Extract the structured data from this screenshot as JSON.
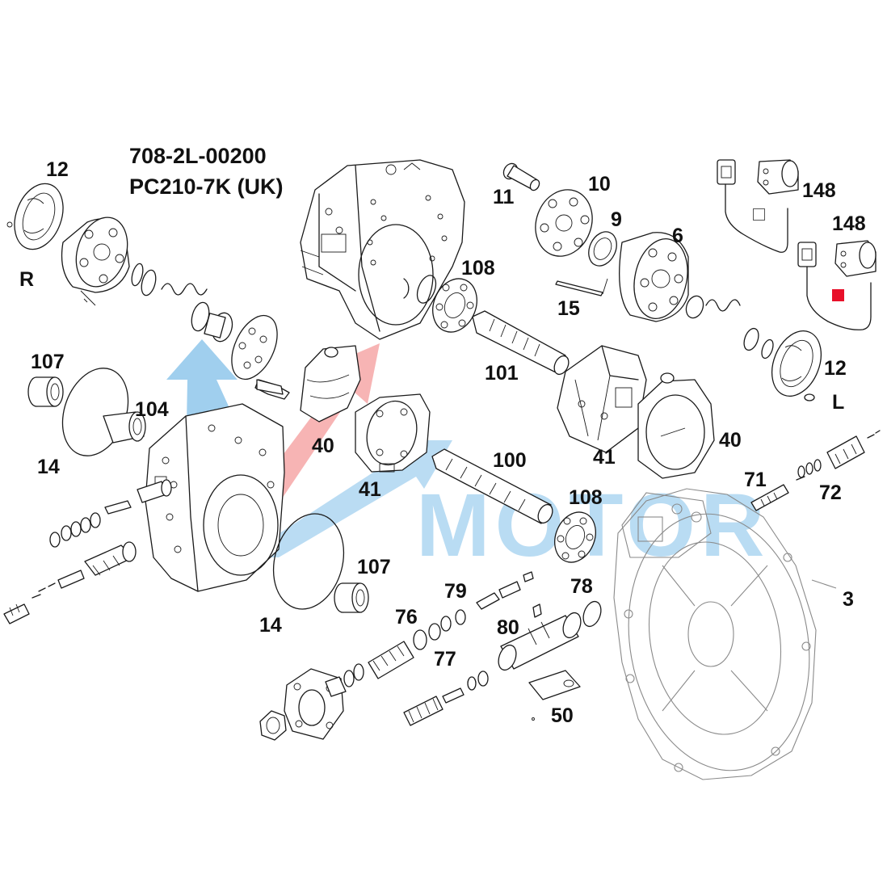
{
  "title": {
    "part_number": "708-2L-00200",
    "model": "PC210-7K (UK)"
  },
  "watermark": {
    "text": "MOTOR",
    "colors": {
      "red": "#f07070",
      "blue": "#4aa3df"
    }
  },
  "side_labels": {
    "right": "R",
    "left": "L"
  },
  "callouts": [
    {
      "id": "c12a",
      "text": "12"
    },
    {
      "id": "c12b",
      "text": "12"
    },
    {
      "id": "c11",
      "text": "11"
    },
    {
      "id": "c10",
      "text": "10"
    },
    {
      "id": "c9",
      "text": "9"
    },
    {
      "id": "c6",
      "text": "6"
    },
    {
      "id": "c108a",
      "text": "108"
    },
    {
      "id": "c108b",
      "text": "108"
    },
    {
      "id": "c15",
      "text": "15"
    },
    {
      "id": "c101",
      "text": "101"
    },
    {
      "id": "c148a",
      "text": "148"
    },
    {
      "id": "c148b",
      "text": "148"
    },
    {
      "id": "c107a",
      "text": "107"
    },
    {
      "id": "c107b",
      "text": "107"
    },
    {
      "id": "c104",
      "text": "104"
    },
    {
      "id": "c14a",
      "text": "14"
    },
    {
      "id": "c14b",
      "text": "14"
    },
    {
      "id": "c40a",
      "text": "40"
    },
    {
      "id": "c40b",
      "text": "40"
    },
    {
      "id": "c41a",
      "text": "41"
    },
    {
      "id": "c41b",
      "text": "41"
    },
    {
      "id": "c100",
      "text": "100"
    },
    {
      "id": "c71",
      "text": "71"
    },
    {
      "id": "c72",
      "text": "72"
    },
    {
      "id": "c3",
      "text": "3"
    },
    {
      "id": "c79",
      "text": "79"
    },
    {
      "id": "c76",
      "text": "76"
    },
    {
      "id": "c78",
      "text": "78"
    },
    {
      "id": "c77",
      "text": "77"
    },
    {
      "id": "c80",
      "text": "80"
    },
    {
      "id": "c50",
      "text": "50"
    }
  ],
  "legend_markers": {
    "hollow": {
      "color": "#555555"
    },
    "filled": {
      "color": "#e8102a"
    }
  }
}
